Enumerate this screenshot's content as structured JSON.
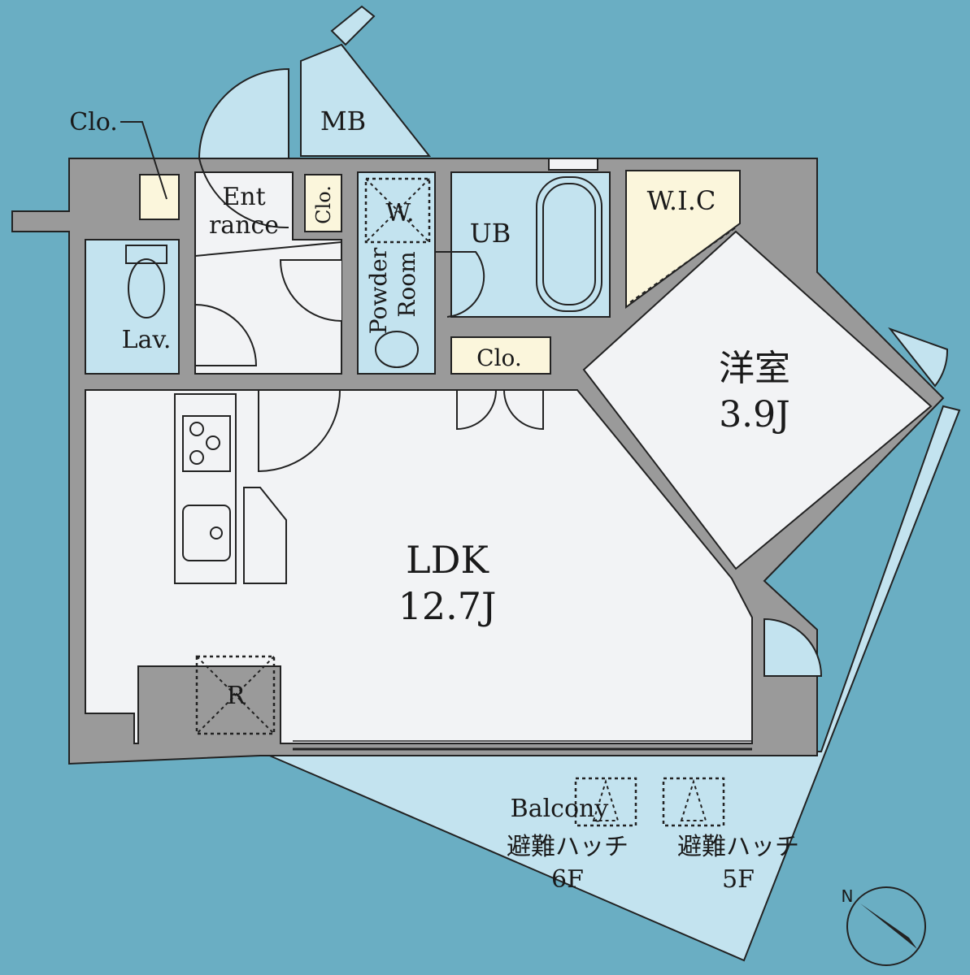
{
  "colors": {
    "background": "#6aaec3",
    "wall": "#9a9a9a",
    "floor": "#f2f3f5",
    "wet_area": "#c3e3ef",
    "storage": "#fbf6dc"
  },
  "rooms": {
    "ldk": {
      "name": "LDK",
      "size": "12.7J"
    },
    "western_room": {
      "name": "洋室",
      "size": "3.9J"
    },
    "walk_in_closet": "W.I.C",
    "unit_bath": "UB",
    "powder_room_1": "Powder",
    "powder_room_2": "Room",
    "washer": "W.",
    "lavatory": "Lav.",
    "entrance_1": "Ent",
    "entrance_2": "rance",
    "closet_entrance": "Clo.",
    "closet_small": "Clo.",
    "closet_hall": "Clo.",
    "meter_box": "MB",
    "refrigerator": "R",
    "balcony": "Balcony"
  },
  "hatches": [
    {
      "label": "避難ハッチ",
      "floor": "6F"
    },
    {
      "label": "避難ハッチ",
      "floor": "5F"
    }
  ],
  "compass": {
    "north_label": "N"
  }
}
